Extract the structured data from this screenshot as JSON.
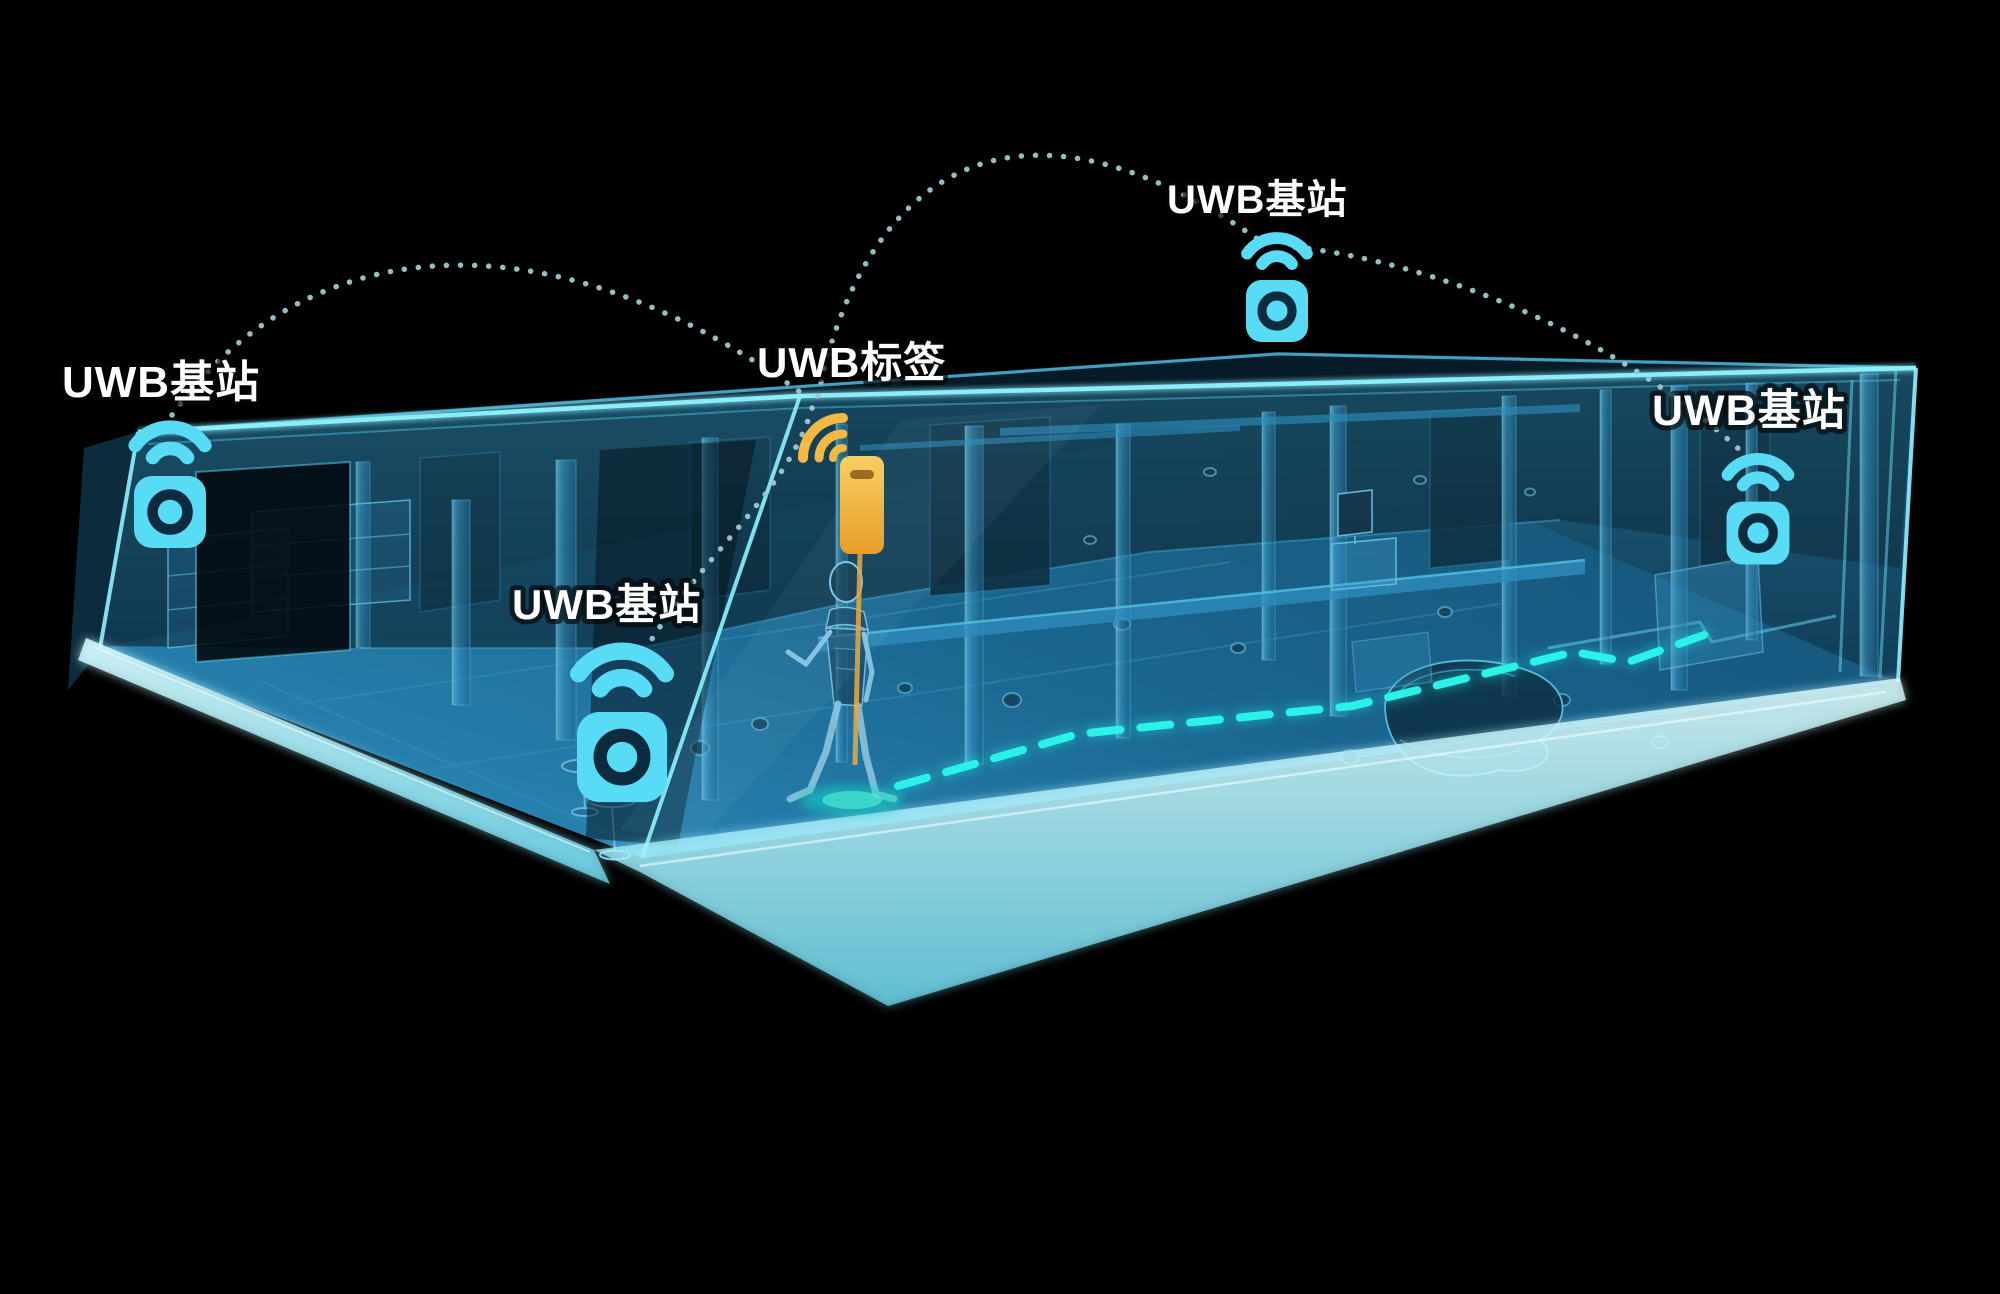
{
  "diagram": {
    "kind": "uwb-indoor-positioning-illustration",
    "background": "#000000"
  },
  "nodes": {
    "anchor_top_left": {
      "label": "UWB基站"
    },
    "anchor_back_center": {
      "label": "UWB基站"
    },
    "anchor_mid_left": {
      "label": "UWB基站"
    },
    "anchor_right": {
      "label": "UWB基站"
    },
    "tag": {
      "label": "UWB标签"
    }
  },
  "links": [
    {
      "from": "anchor_top_left",
      "to": "tag",
      "style": "dotted-arc"
    },
    {
      "from": "tag",
      "to": "anchor_back_center",
      "style": "dotted-arc"
    },
    {
      "from": "anchor_back_center",
      "to": "anchor_right",
      "style": "dotted-arc"
    },
    {
      "from": "tag",
      "to": "anchor_mid_left",
      "style": "dotted-arc"
    }
  ],
  "movement_path": {
    "style": "dashed-line",
    "color": "#1FE9E0"
  },
  "icons": {
    "base_station": "uwb-anchor-sensor-icon",
    "tag": "uwb-tag-badge-icon",
    "signal_waves": "wifi-waves-icon",
    "person": "person-wireframe-figure"
  },
  "colors": {
    "background": "#000000",
    "glass_blue": "#2E8FBE",
    "glow_cyan": "#8FF2FF",
    "station_cyan": "#58DCF6",
    "tag_orange": "#F2B23E",
    "path_teal": "#1FE9E0",
    "arc_dot_teal": "#9CC8CE",
    "label_text": "#FFFFFF"
  }
}
